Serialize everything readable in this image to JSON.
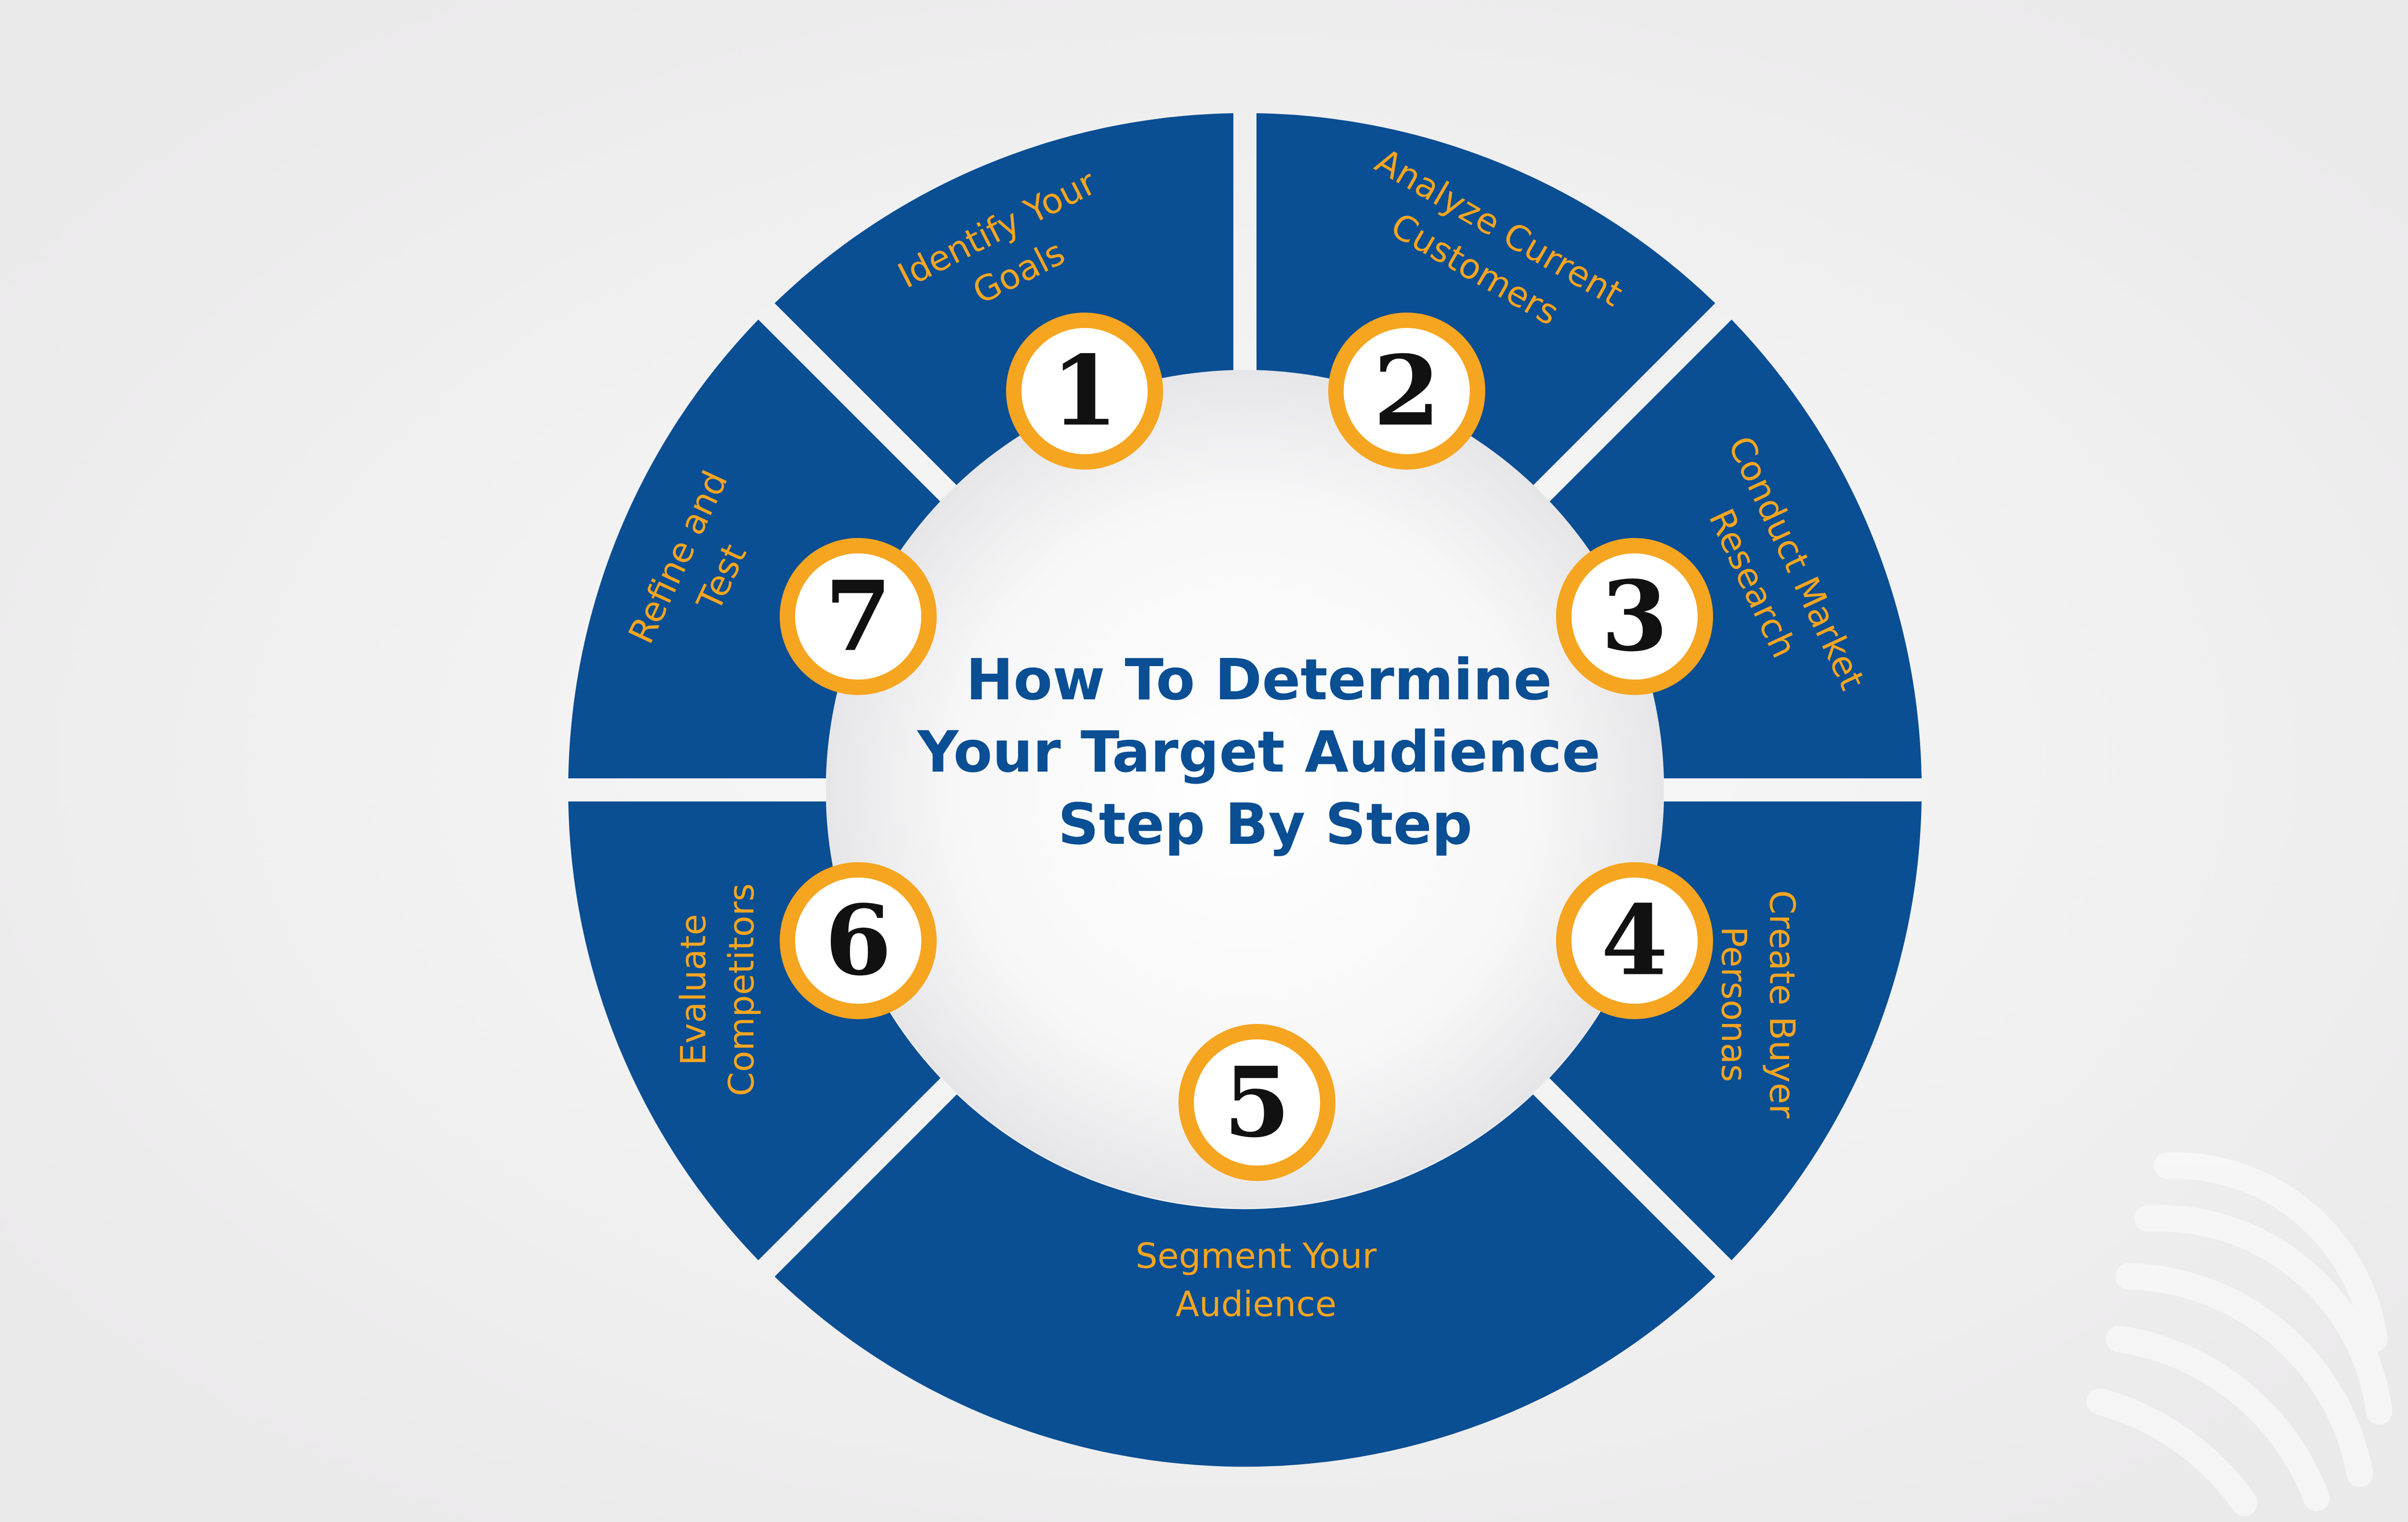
{
  "title": {
    "lines": [
      "How To Determine",
      "Your Target Audience",
      "Step By Step"
    ]
  },
  "steps": [
    {
      "number": "1",
      "lines": [
        "Identify Your",
        "Goals"
      ]
    },
    {
      "number": "2",
      "lines": [
        "Analyze Current",
        "Customers"
      ]
    },
    {
      "number": "3",
      "lines": [
        "Conduct Market",
        "Research"
      ]
    },
    {
      "number": "4",
      "lines": [
        "Create Buyer",
        "Personas"
      ]
    },
    {
      "number": "5",
      "lines": [
        "Segment Your",
        "Audience"
      ]
    },
    {
      "number": "6",
      "lines": [
        "Evaluate",
        "Competitors"
      ]
    },
    {
      "number": "7",
      "lines": [
        "Refine and",
        "Test"
      ]
    }
  ],
  "colors": {
    "background": "#efeeef",
    "segment": "#0a4e93",
    "accent": "#f6a520",
    "number_text": "#111111",
    "title_text": "#0a4e93"
  },
  "icons": {
    "watermark": "globe-logo-watermark"
  }
}
